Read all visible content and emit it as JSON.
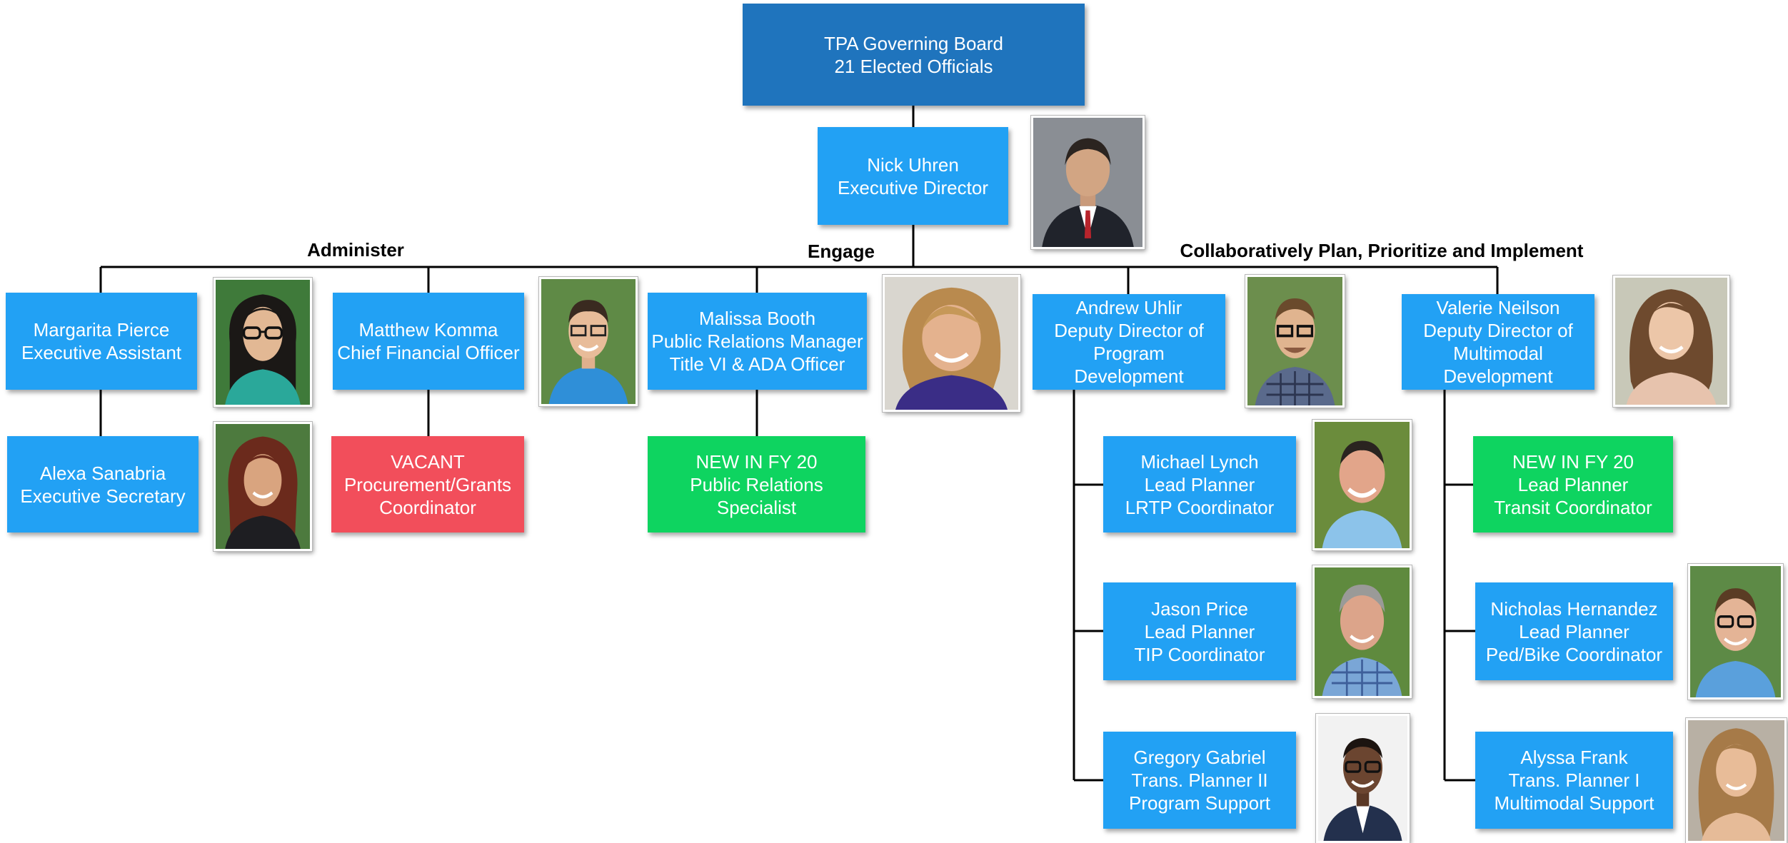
{
  "categories": {
    "administer": "Administer",
    "engage": "Engage",
    "plan": "Collaboratively Plan, Prioritize and Implement"
  },
  "board": {
    "line1": "TPA Governing Board",
    "line2": "21 Elected Officials"
  },
  "director": {
    "line1": "Nick Uhren",
    "line2": "Executive Director"
  },
  "administer": {
    "pierce": {
      "line1": "Margarita Pierce",
      "line2": "Executive Assistant"
    },
    "sanabria": {
      "line1": "Alexa Sanabria",
      "line2": "Executive Secretary"
    },
    "komma": {
      "line1": "Matthew Komma",
      "line2": "Chief Financial Officer"
    },
    "vacant": {
      "line1": "VACANT",
      "line2": "Procurement/Grants",
      "line3": "Coordinator"
    }
  },
  "engage": {
    "booth": {
      "line1": "Malissa Booth",
      "line2": "Public Relations Manager",
      "line3": "Title VI & ADA Officer"
    },
    "new_pr": {
      "line1": "NEW IN FY 20",
      "line2": "Public Relations",
      "line3": "Specialist"
    }
  },
  "plan": {
    "uhlir": {
      "line1": "Andrew Uhlir",
      "line2": "Deputy Director of",
      "line3": "Program",
      "line4": "Development"
    },
    "lynch": {
      "line1": "Michael Lynch",
      "line2": "Lead Planner",
      "line3": "LRTP Coordinator"
    },
    "price": {
      "line1": "Jason Price",
      "line2": "Lead Planner",
      "line3": "TIP Coordinator"
    },
    "gabriel": {
      "line1": "Gregory Gabriel",
      "line2": "Trans. Planner II",
      "line3": "Program Support"
    },
    "neilson": {
      "line1": "Valerie Neilson",
      "line2": "Deputy Director of",
      "line3": "Multimodal",
      "line4": "Development"
    },
    "new_transit": {
      "line1": "NEW IN FY 20",
      "line2": "Lead Planner",
      "line3": "Transit Coordinator"
    },
    "hernandez": {
      "line1": "Nicholas Hernandez",
      "line2": "Lead Planner",
      "line3": "Ped/Bike Coordinator"
    },
    "frank": {
      "line1": "Alyssa Frank",
      "line2": "Trans. Planner I",
      "line3": "Multimodal Support"
    }
  },
  "colors": {
    "board": "#1f74bd",
    "staff": "#22a1f4",
    "new_position": "#0ed460",
    "vacant": "#f24e5b",
    "connector": "#000000"
  }
}
